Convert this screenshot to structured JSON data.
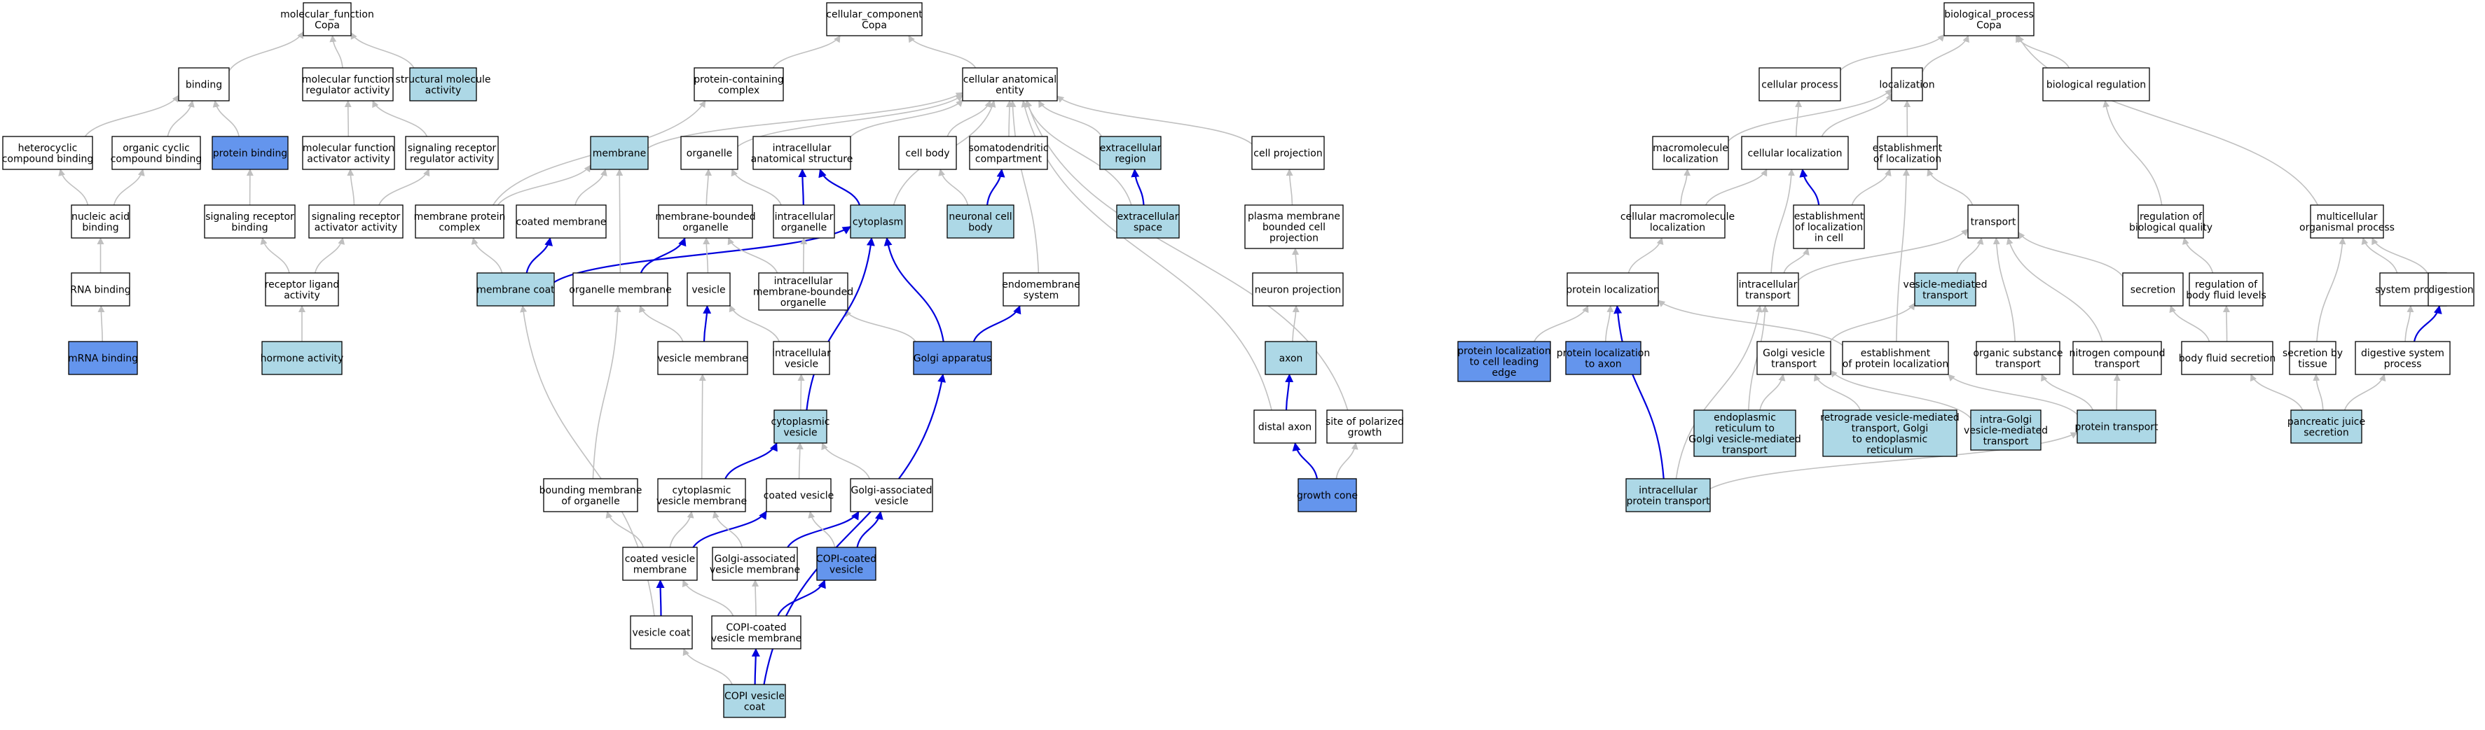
{
  "colors": {
    "white": "#ffffff",
    "light": "#add8e6",
    "medium": "#6495ed",
    "edge_gray": "#c0c0c0",
    "edge_blue": "#0000dd"
  },
  "nodes": {
    "mf_root": {
      "lines": [
        "molecular_function",
        "Copa"
      ],
      "fill": "white"
    },
    "cc_root": {
      "lines": [
        "cellular_component",
        "Copa"
      ],
      "fill": "white"
    },
    "bp_root": {
      "lines": [
        "biological_process",
        "Copa"
      ],
      "fill": "white"
    },
    "binding": {
      "lines": [
        "binding"
      ],
      "fill": "white"
    },
    "mf_regulator": {
      "lines": [
        "molecular function",
        "regulator activity"
      ],
      "fill": "white"
    },
    "structural": {
      "lines": [
        "structural molecule",
        "activity"
      ],
      "fill": "light"
    },
    "heterocyclic": {
      "lines": [
        "heterocyclic",
        "compound binding"
      ],
      "fill": "white"
    },
    "organic_cyclic": {
      "lines": [
        "organic cyclic",
        "compound binding"
      ],
      "fill": "white"
    },
    "protein_binding": {
      "lines": [
        "protein binding"
      ],
      "fill": "medium"
    },
    "mf_activator": {
      "lines": [
        "molecular function",
        "activator activity"
      ],
      "fill": "white"
    },
    "sig_reg": {
      "lines": [
        "signaling receptor",
        "regulator activity"
      ],
      "fill": "white"
    },
    "nucleic_acid": {
      "lines": [
        "nucleic acid",
        "binding"
      ],
      "fill": "white"
    },
    "sig_rec_binding": {
      "lines": [
        "signaling receptor",
        "binding"
      ],
      "fill": "white"
    },
    "sig_rec_activator": {
      "lines": [
        "signaling receptor",
        "activator activity"
      ],
      "fill": "white"
    },
    "rna_binding": {
      "lines": [
        "RNA binding"
      ],
      "fill": "white"
    },
    "receptor_ligand": {
      "lines": [
        "receptor ligand",
        "activity"
      ],
      "fill": "white"
    },
    "mrna_binding": {
      "lines": [
        "mRNA binding"
      ],
      "fill": "medium"
    },
    "hormone": {
      "lines": [
        "hormone activity"
      ],
      "fill": "light"
    },
    "protein_complex": {
      "lines": [
        "protein-containing",
        "complex"
      ],
      "fill": "white"
    },
    "cae": {
      "lines": [
        "cellular anatomical",
        "entity"
      ],
      "fill": "white"
    },
    "membrane": {
      "lines": [
        "membrane"
      ],
      "fill": "light"
    },
    "organelle": {
      "lines": [
        "organelle"
      ],
      "fill": "white"
    },
    "ias": {
      "lines": [
        "intracellular",
        "anatomical structure"
      ],
      "fill": "white"
    },
    "cell_body": {
      "lines": [
        "cell body"
      ],
      "fill": "white"
    },
    "somatodendritic": {
      "lines": [
        "somatodendritic",
        "compartment"
      ],
      "fill": "white"
    },
    "extracellular_region": {
      "lines": [
        "extracellular",
        "region"
      ],
      "fill": "light"
    },
    "cell_projection": {
      "lines": [
        "cell projection"
      ],
      "fill": "white"
    },
    "mem_protein_complex": {
      "lines": [
        "membrane protein",
        "complex"
      ],
      "fill": "white"
    },
    "coated_membrane": {
      "lines": [
        "coated membrane"
      ],
      "fill": "white"
    },
    "mbo": {
      "lines": [
        "membrane-bounded",
        "organelle"
      ],
      "fill": "white"
    },
    "intra_organelle": {
      "lines": [
        "intracellular",
        "organelle"
      ],
      "fill": "white"
    },
    "cytoplasm": {
      "lines": [
        "cytoplasm"
      ],
      "fill": "light"
    },
    "neuronal_cell_body": {
      "lines": [
        "neuronal cell",
        "body"
      ],
      "fill": "light"
    },
    "extracellular_space": {
      "lines": [
        "extracellular",
        "space"
      ],
      "fill": "light"
    },
    "pmbcp": {
      "lines": [
        "plasma membrane",
        "bounded cell",
        "projection"
      ],
      "fill": "white"
    },
    "membrane_coat": {
      "lines": [
        "membrane coat"
      ],
      "fill": "light"
    },
    "organelle_membrane": {
      "lines": [
        "organelle membrane"
      ],
      "fill": "white"
    },
    "vesicle": {
      "lines": [
        "vesicle"
      ],
      "fill": "white"
    },
    "imbo": {
      "lines": [
        "intracellular",
        "membrane-bounded",
        "organelle"
      ],
      "fill": "white"
    },
    "endomembrane": {
      "lines": [
        "endomembrane",
        "system"
      ],
      "fill": "white"
    },
    "neuron_projection": {
      "lines": [
        "neuron projection"
      ],
      "fill": "white"
    },
    "vesicle_membrane": {
      "lines": [
        "vesicle membrane"
      ],
      "fill": "white"
    },
    "intra_vesicle": {
      "lines": [
        "intracellular",
        "vesicle"
      ],
      "fill": "white"
    },
    "golgi": {
      "lines": [
        "Golgi apparatus"
      ],
      "fill": "medium"
    },
    "axon": {
      "lines": [
        "axon"
      ],
      "fill": "light"
    },
    "cyto_vesicle": {
      "lines": [
        "cytoplasmic",
        "vesicle"
      ],
      "fill": "light"
    },
    "distal_axon": {
      "lines": [
        "distal axon"
      ],
      "fill": "white"
    },
    "site_polarized": {
      "lines": [
        "site of polarized",
        "growth"
      ],
      "fill": "white"
    },
    "bounding_membrane": {
      "lines": [
        "bounding membrane",
        "of organelle"
      ],
      "fill": "white"
    },
    "cyto_vesicle_membrane": {
      "lines": [
        "cytoplasmic",
        "vesicle membrane"
      ],
      "fill": "white"
    },
    "coated_vesicle": {
      "lines": [
        "coated vesicle"
      ],
      "fill": "white"
    },
    "golgi_vesicle": {
      "lines": [
        "Golgi-associated",
        "vesicle"
      ],
      "fill": "white"
    },
    "growth_cone": {
      "lines": [
        "growth cone"
      ],
      "fill": "medium"
    },
    "coated_vesicle_membrane": {
      "lines": [
        "coated vesicle",
        "membrane"
      ],
      "fill": "white"
    },
    "golgi_vesicle_membrane": {
      "lines": [
        "Golgi-associated",
        "vesicle membrane"
      ],
      "fill": "white"
    },
    "copi_vesicle": {
      "lines": [
        "COPI-coated",
        "vesicle"
      ],
      "fill": "medium"
    },
    "vesicle_coat": {
      "lines": [
        "vesicle coat"
      ],
      "fill": "white"
    },
    "copi_vesicle_membrane": {
      "lines": [
        "COPI-coated",
        "vesicle membrane"
      ],
      "fill": "white"
    },
    "copi_vesicle_coat": {
      "lines": [
        "COPI vesicle",
        "coat"
      ],
      "fill": "light"
    },
    "cellular_process": {
      "lines": [
        "cellular process"
      ],
      "fill": "white"
    },
    "localization": {
      "lines": [
        "localization"
      ],
      "fill": "white"
    },
    "biological_regulation": {
      "lines": [
        "biological regulation"
      ],
      "fill": "white"
    },
    "macromolecule_localization": {
      "lines": [
        "macromolecule",
        "localization"
      ],
      "fill": "white"
    },
    "cellular_localization": {
      "lines": [
        "cellular localization"
      ],
      "fill": "white"
    },
    "establishment_localization": {
      "lines": [
        "establishment",
        "of localization"
      ],
      "fill": "white"
    },
    "cellular_macro_localization": {
      "lines": [
        "cellular macromolecule",
        "localization"
      ],
      "fill": "white"
    },
    "est_loc_cell": {
      "lines": [
        "establishment",
        "of localization",
        "in cell"
      ],
      "fill": "white"
    },
    "transport": {
      "lines": [
        "transport"
      ],
      "fill": "white"
    },
    "reg_bio_quality": {
      "lines": [
        "regulation of",
        "biological quality"
      ],
      "fill": "white"
    },
    "multicellular": {
      "lines": [
        "multicellular",
        "organismal process"
      ],
      "fill": "white"
    },
    "protein_localization": {
      "lines": [
        "protein localization"
      ],
      "fill": "white"
    },
    "intracellular_transport": {
      "lines": [
        "intracellular",
        "transport"
      ],
      "fill": "white"
    },
    "vesicle_mediated": {
      "lines": [
        "vesicle-mediated",
        "transport"
      ],
      "fill": "light"
    },
    "secretion": {
      "lines": [
        "secretion"
      ],
      "fill": "white"
    },
    "reg_body_fluid": {
      "lines": [
        "regulation of",
        "body fluid levels"
      ],
      "fill": "white"
    },
    "system_process": {
      "lines": [
        "system process"
      ],
      "fill": "white"
    },
    "digestion": {
      "lines": [
        "digestion"
      ],
      "fill": "white"
    },
    "pl_leading_edge": {
      "lines": [
        "protein localization",
        "to cell leading",
        "edge"
      ],
      "fill": "medium"
    },
    "pl_axon": {
      "lines": [
        "protein localization",
        "to axon"
      ],
      "fill": "medium"
    },
    "golgi_vesicle_transport": {
      "lines": [
        "Golgi vesicle",
        "transport"
      ],
      "fill": "white"
    },
    "est_protein_loc": {
      "lines": [
        "establishment",
        "of protein localization"
      ],
      "fill": "white"
    },
    "organic_substance_transport": {
      "lines": [
        "organic substance",
        "transport"
      ],
      "fill": "white"
    },
    "nitrogen_transport": {
      "lines": [
        "nitrogen compound",
        "transport"
      ],
      "fill": "white"
    },
    "body_fluid_secretion": {
      "lines": [
        "body fluid secretion"
      ],
      "fill": "white"
    },
    "secretion_tissue": {
      "lines": [
        "secretion by",
        "tissue"
      ],
      "fill": "white"
    },
    "digestive_system_process": {
      "lines": [
        "digestive system",
        "process"
      ],
      "fill": "white"
    },
    "er_golgi": {
      "lines": [
        "endoplasmic",
        "reticulum to",
        "Golgi vesicle-mediated",
        "transport"
      ],
      "fill": "light"
    },
    "retrograde": {
      "lines": [
        "retrograde vesicle-mediated",
        "transport, Golgi",
        "to endoplasmic",
        "reticulum"
      ],
      "fill": "light"
    },
    "intra_golgi": {
      "lines": [
        "intra-Golgi",
        "vesicle-mediated",
        "transport"
      ],
      "fill": "light"
    },
    "protein_transport": {
      "lines": [
        "protein transport"
      ],
      "fill": "light"
    },
    "pancreatic": {
      "lines": [
        "pancreatic juice",
        "secretion"
      ],
      "fill": "light"
    },
    "intracellular_protein_transport": {
      "lines": [
        "intracellular",
        "protein transport"
      ],
      "fill": "light"
    }
  }
}
